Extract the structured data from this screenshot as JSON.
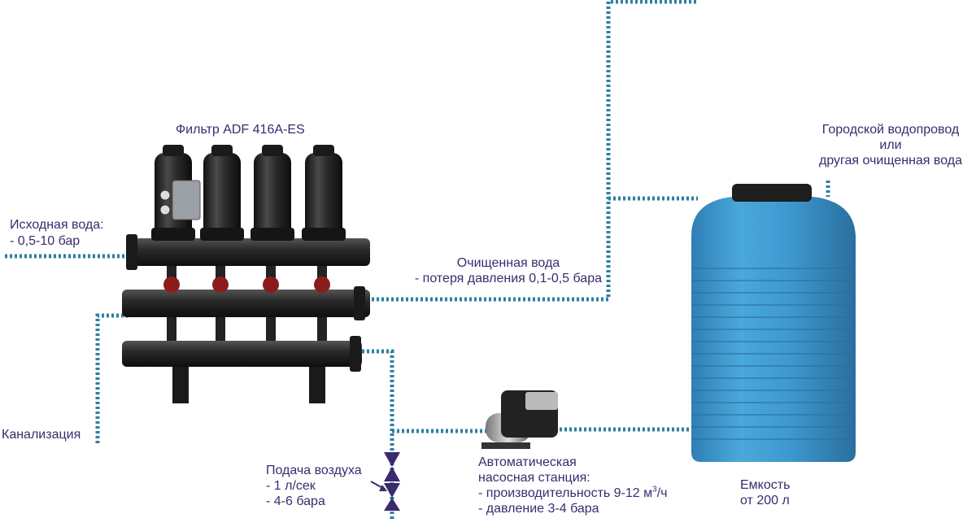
{
  "labels": {
    "filter_title": "Фильтр ADF 416A-ES",
    "source_water": "Исходная вода:",
    "source_pressure": "- 0,5-10 бар",
    "sewer": "Канализация",
    "clean_water": "Очищенная вода",
    "pressure_loss": "- потеря давления 0,1-0,5 бара",
    "city_water_1": "Городской водопровод",
    "city_water_2": "или",
    "city_water_3": "другая очищенная вода",
    "air_supply": "Подача воздуха",
    "air_flow": "- 1 л/сек",
    "air_pressure": "- 4-6 бара",
    "pump_1": "Автоматическая",
    "pump_2": "насосная станция:",
    "pump_3_prefix": "- производительность 9-12 м",
    "pump_3_sup": "3",
    "pump_3_suffix": "/ч",
    "pump_4": "- давление 3-4 бара",
    "tank_1": "Емкость",
    "tank_2": "от 200 л"
  },
  "colors": {
    "text": "#3a2b6e",
    "flow_line": "#2e7fa0",
    "tank": "#3d9ad0",
    "equipment": "#2a2a2a",
    "valve": "#3a2b6e"
  },
  "icons": {
    "filter": "disc-filter-unit-icon",
    "tank": "water-tank-icon",
    "pump": "pump-station-icon",
    "valve": "air-valve-icon"
  }
}
